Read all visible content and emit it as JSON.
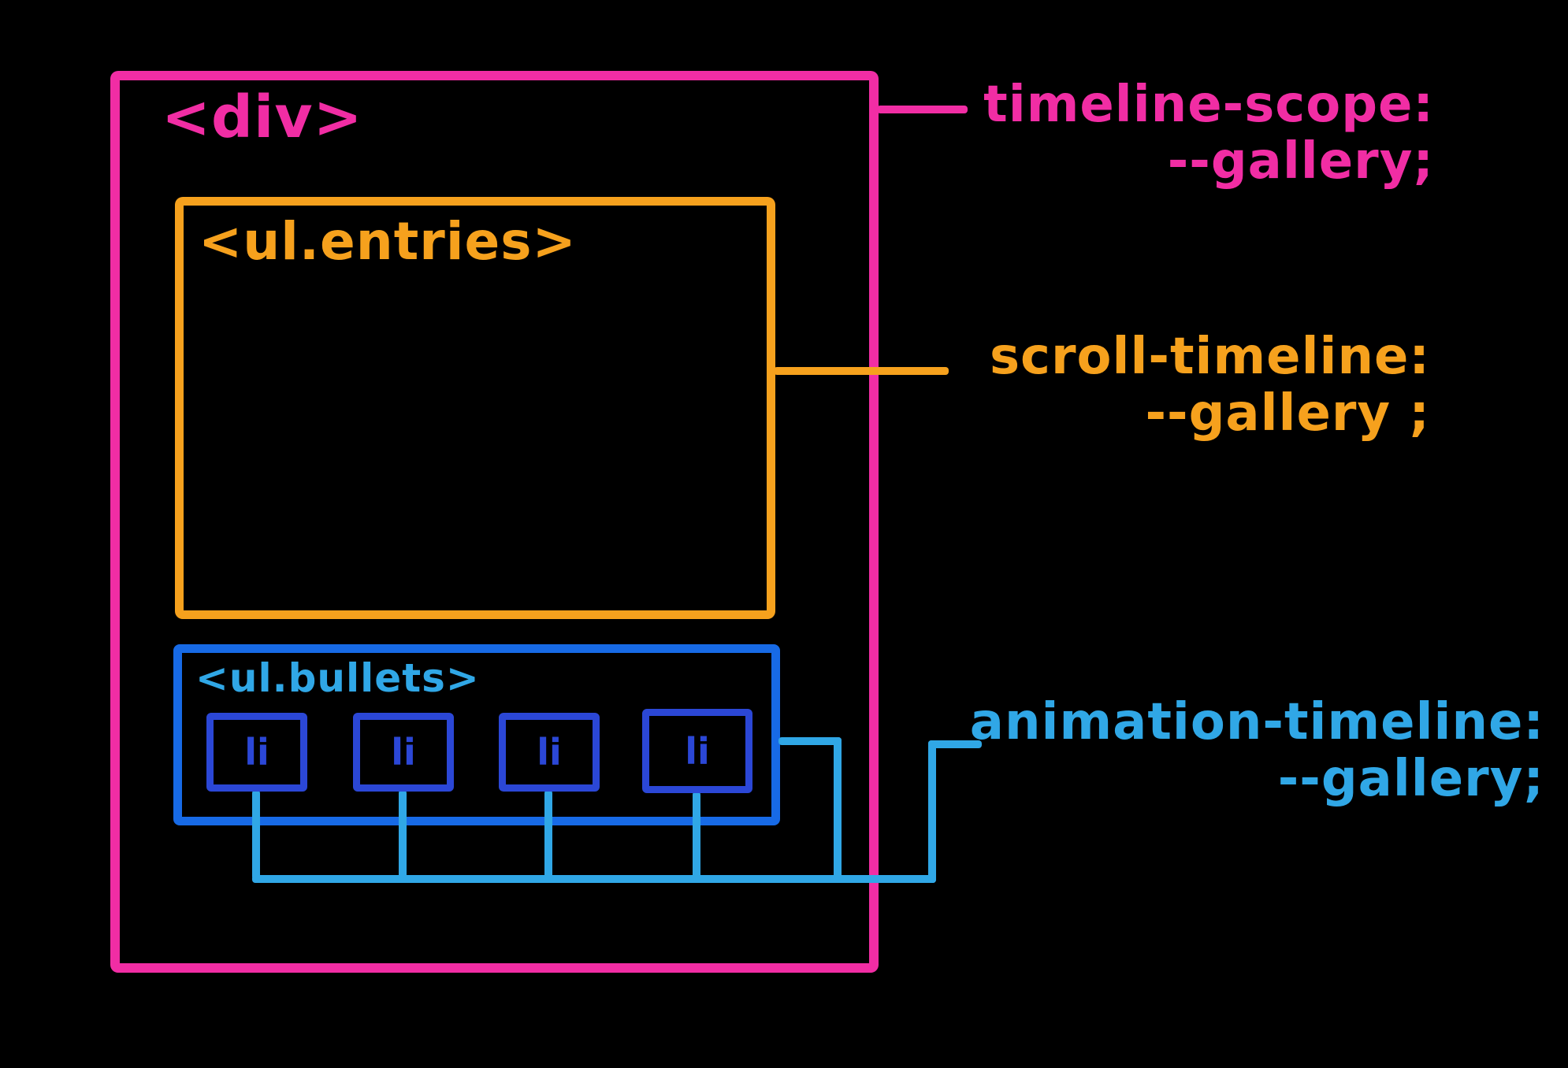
{
  "colors": {
    "background": "#000000",
    "pink": "#f12da4",
    "orange": "#f6a11d",
    "cyan": "#30a7e6",
    "bluemid": "#176ae6",
    "bluedeep": "#2b47d6"
  },
  "diagram": {
    "outer_box": {
      "label": "<div>"
    },
    "entries_box": {
      "label": "<ul.entries>"
    },
    "bullets_box": {
      "label": "<ul.bullets>",
      "items": [
        "li",
        "li",
        "li",
        "li"
      ]
    },
    "annotations": {
      "timeline_scope": {
        "property": "timeline-scope:",
        "value": "--gallery;"
      },
      "scroll_timeline": {
        "property": "scroll-timeline:",
        "value": "--gallery ;"
      },
      "animation_timeline": {
        "property": "animation-timeline:",
        "value": "--gallery;"
      }
    }
  }
}
